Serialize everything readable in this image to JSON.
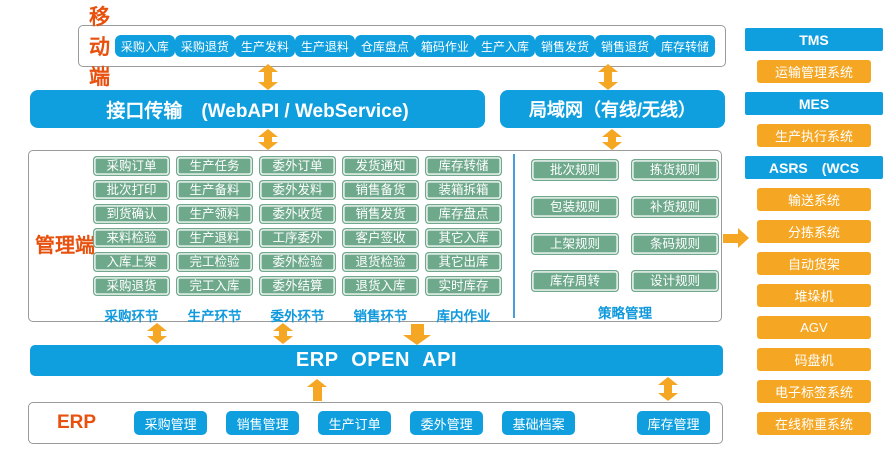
{
  "colors": {
    "blue": "#0f9fdf",
    "green": "#6fa98c",
    "orange": "#f5a623",
    "accent_text": "#e8500e",
    "footer_text": "#1099dc",
    "divider_blue": "#4a9ddb"
  },
  "mobile": {
    "label": "移动端",
    "buttons": [
      "采购入库",
      "采购退货",
      "生产发料",
      "生产退料",
      "仓库盘点",
      "箱码作业",
      "生产入库",
      "销售发货",
      "销售退货",
      "库存转储"
    ]
  },
  "interface_bar": {
    "label": "接口传输　(WebAPI / WebService)"
  },
  "lan_bar": {
    "label": "局域网（有线/无线）"
  },
  "management": {
    "label": "管理端",
    "columns": [
      {
        "footer": "采购环节",
        "items": [
          "采购订单",
          "批次打印",
          "到货确认",
          "来料检验",
          "入库上架",
          "采购退货"
        ]
      },
      {
        "footer": "生产环节",
        "items": [
          "生产任务",
          "生产备料",
          "生产领料",
          "生产退料",
          "完工检验",
          "完工入库"
        ]
      },
      {
        "footer": "委外环节",
        "items": [
          "委外订单",
          "委外发料",
          "委外收货",
          "工序委外",
          "委外检验",
          "委外结算"
        ]
      },
      {
        "footer": "销售环节",
        "items": [
          "发货通知",
          "销售备货",
          "销售发货",
          "客户签收",
          "退货检验",
          "退货入库"
        ]
      },
      {
        "footer": "库内作业",
        "items": [
          "库存转储",
          "装箱拆箱",
          "库存盘点",
          "其它入库",
          "其它出库",
          "实时库存"
        ]
      }
    ],
    "strategy": {
      "footer": "策略管理",
      "items": [
        "批次规则",
        "拣货规则",
        "包装规则",
        "补货规则",
        "上架规则",
        "条码规则",
        "库存周转",
        "设计规则"
      ]
    }
  },
  "erp_open_api": {
    "label": "ERP OPEN API"
  },
  "erp": {
    "label": "ERP",
    "buttons": [
      "采购管理",
      "销售管理",
      "生产订单",
      "委外管理",
      "基础档案"
    ],
    "inventory_button": "库存管理"
  },
  "right_panel": {
    "items": [
      {
        "label": "TMS",
        "type": "blue"
      },
      {
        "label": "运输管理系统",
        "type": "orange"
      },
      {
        "label": "MES",
        "type": "blue"
      },
      {
        "label": "生产执行系统",
        "type": "orange"
      },
      {
        "label": "ASRS　(WCS",
        "type": "blue"
      },
      {
        "label": "输送系统",
        "type": "orange"
      },
      {
        "label": "分拣系统",
        "type": "orange"
      },
      {
        "label": "自动货架",
        "type": "orange"
      },
      {
        "label": "堆垛机",
        "type": "orange"
      },
      {
        "label": "AGV",
        "type": "orange"
      },
      {
        "label": "码盘机",
        "type": "orange"
      },
      {
        "label": "电子标签系统",
        "type": "orange"
      },
      {
        "label": "在线称重系统",
        "type": "orange"
      }
    ]
  }
}
